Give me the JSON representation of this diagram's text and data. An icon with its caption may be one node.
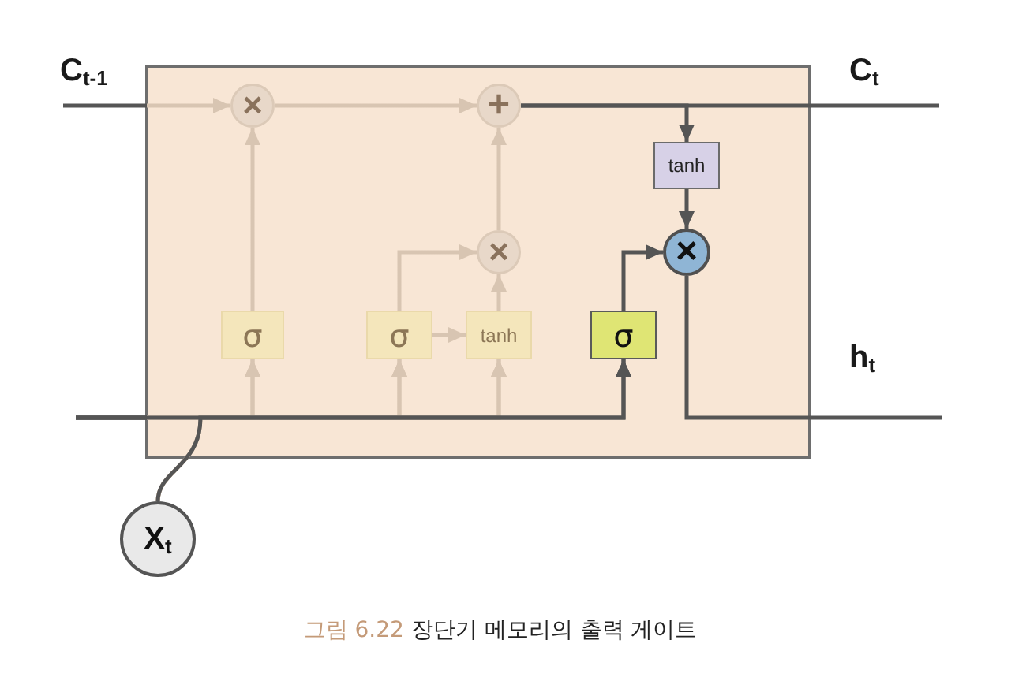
{
  "diagram": {
    "caption": "그림 6.22 장단기 메모리의 출력 게이트",
    "nodes": [
      {
        "text": [],
        "shape": "box"
      },
      {
        "text": [
          "×"
        ],
        "in": 0
      },
      {
        "text": [
          "+"
        ],
        "in": 0
      },
      {
        "text": [
          "tanh"
        ],
        "in": 0
      },
      {
        "text": [
          "×"
        ],
        "in": 0
      },
      {
        "text": [
          "×"
        ],
        "in": 0
      },
      {
        "text": [
          "σ"
        ],
        "in": 0
      },
      {
        "text": [
          "σ"
        ],
        "in": 0
      },
      {
        "text": [
          "tanh"
        ],
        "in": 0
      },
      {
        "text": [
          "σ"
        ],
        "in": 0
      },
      {
        "text": [
          "X$_{t}$"
        ]
      }
    ],
    "edges": [
      {
        "from": null,
        "to": 1,
        "arrow": "to",
        "label": "C$_{t-1}$"
      },
      {
        "from": 1,
        "to": 2,
        "arrow": "to"
      },
      {
        "from": 2,
        "to": null,
        "arrow": "none",
        "label": "C$_{t}$",
        "color": "#555555"
      },
      {
        "from": 2,
        "to": 3,
        "arrow": "to",
        "color": "#555555"
      },
      {
        "from": 3,
        "to": 5,
        "arrow": "to",
        "color": "#555555"
      },
      {
        "from": 4,
        "to": 2,
        "arrow": "to"
      },
      {
        "from": 6,
        "to": 1,
        "arrow": "to"
      },
      {
        "from": 7,
        "to": 4,
        "arrow": "to"
      },
      {
        "from": 7,
        "to": 8,
        "arrow": "to"
      },
      {
        "from": 8,
        "to": 4,
        "arrow": "to"
      },
      {
        "from": 9,
        "to": 5,
        "arrow": "to",
        "color": "#555555"
      },
      {
        "from": 5,
        "to": null,
        "arrow": "none",
        "label": "h$_{t}$",
        "color": "#555555"
      },
      {
        "from": null,
        "to": 6,
        "arrow": "to"
      },
      {
        "from": 10,
        "to": 6,
        "arrow": "to"
      },
      {
        "from": null,
        "to": 7,
        "arrow": "to"
      },
      {
        "from": 10,
        "to": 7,
        "arrow": "to"
      },
      {
        "from": null,
        "to": 8,
        "arrow": "to"
      },
      {
        "from": 10,
        "to": 8,
        "arrow": "to"
      },
      {
        "from": null,
        "to": 9,
        "arrow": "to",
        "color": "#555555"
      },
      {
        "from": 10,
        "to": 9,
        "arrow": "to",
        "color": "#555555"
      }
    ]
  }
}
